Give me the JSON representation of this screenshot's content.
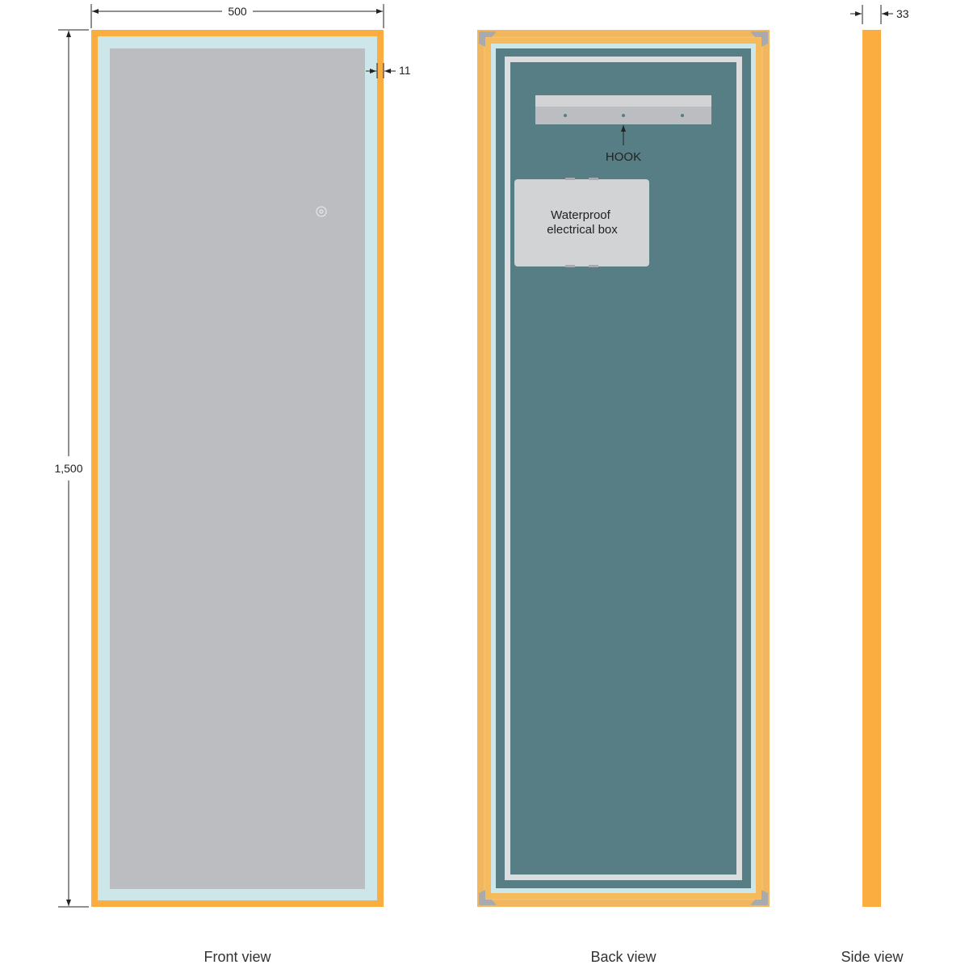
{
  "front": {
    "label": "Front view",
    "width_dim": "500",
    "height_dim": "1,500",
    "frame_dim": "11",
    "icon": "touch-switch-icon"
  },
  "back": {
    "label": "Back view",
    "hook_label": "HOOK",
    "box_line1": "Waterproof",
    "box_line2": "electrical box"
  },
  "side": {
    "label": "Side view",
    "depth_dim": "33"
  },
  "colors": {
    "frame": "#FBAE3F",
    "back_frame": "#F2B75E",
    "glow": "#CDE6EA",
    "mirror": "#BBBDC1",
    "back_panel": "#577E84",
    "hardware": "#D2D3D5"
  }
}
